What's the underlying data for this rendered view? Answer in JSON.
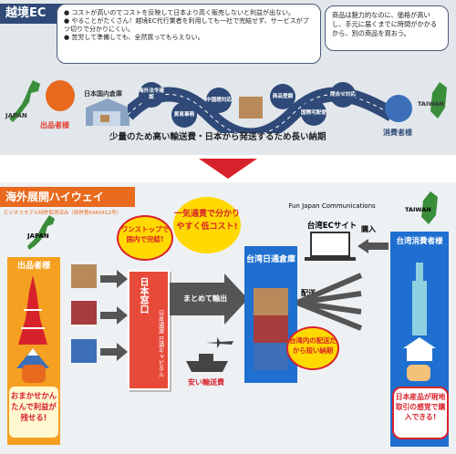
{
  "top": {
    "title": "越境EC",
    "bubble_left": [
      "● コストが高いのでコストを反映して日本より高く販売しないと利益が出ない。",
      "● やることがたくさん！越境EC代行業者を利用しても一社で完結せず、サービスがブツ切りで分かりにくい。",
      "● 苦労して準備しても、全然買ってもらえない。"
    ],
    "bubble_right": "商品は魅力的なのに、価格が高いし、手元に届くまでに時間がかかるから、別の商品を買おう。",
    "japan": "JAPAN",
    "seller": "出品者様",
    "warehouse": "日本国内倉庫",
    "steps": [
      "海外法令確認",
      "貿易事務",
      "中国語対応",
      "商品登録",
      "国際宅配便",
      "問合せ対応"
    ],
    "taiwan": "TAIWAN",
    "consumer": "消費者様",
    "caption": "少量のため高い輸送費・日本から発送するため長い納期"
  },
  "bottom": {
    "title": "海外展開ハイウェイ",
    "subnote": "ビジネスモデル特許取得済み（特許第6460412号）",
    "japan": "JAPAN",
    "seller": "出品者様",
    "one_stop": "ワンストップで国内で完結!",
    "window": "日本窓口",
    "window_sub": "日本通運 日通キャピタル",
    "cheap": "一気通貫で分かりやすく低コスト!",
    "bulk": "まとめて輸出",
    "shipping": "安い輸送費",
    "tw_warehouse": "台湾日通倉庫",
    "delivery": "配送",
    "short": "台湾内の配送だから短い納期",
    "fun_japan": "Fun Japan Communications",
    "ec_site": "台湾ECサイト",
    "purchase": "購入",
    "taiwan": "TAIWAN",
    "tw_consumer": "台湾消費者様",
    "easy": "おまかせかんたんで利益が残せる!",
    "feel": "日本産品が現地取引の感覚で購入できる!"
  }
}
